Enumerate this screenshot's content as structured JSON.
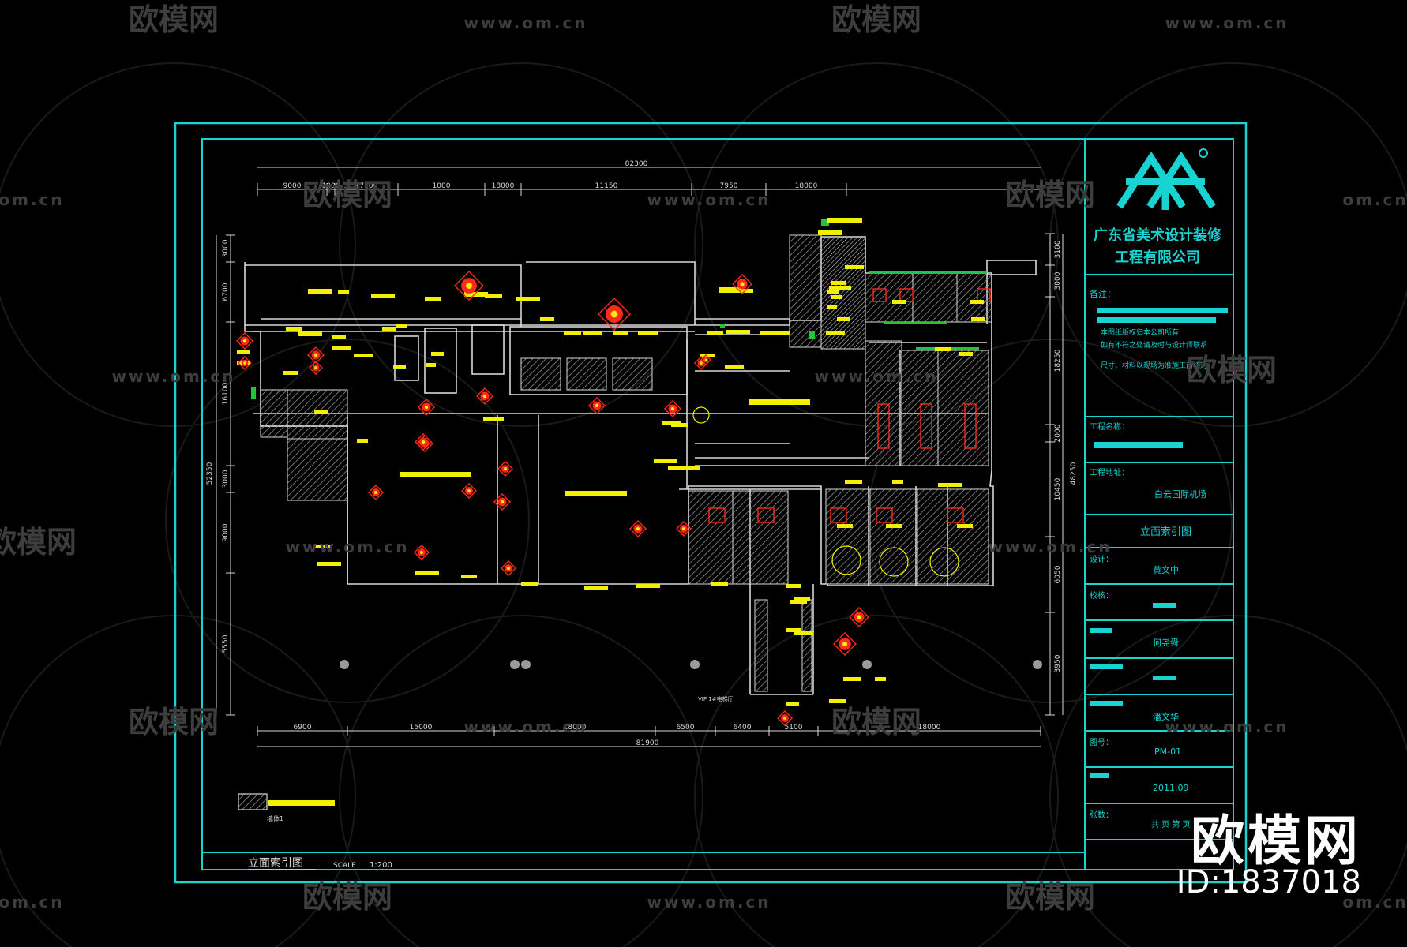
{
  "watermark": {
    "brand": "欧模网",
    "url": "www.om.cn",
    "url_short": "om.cn",
    "overlay_brand": "欧模网",
    "overlay_id": "ID:1837018"
  },
  "drawing": {
    "title": "立面索引图",
    "scale_label": "SCALE",
    "scale_value": "1:200",
    "legend_label": "墙体1",
    "top_total": "82300",
    "top_dims": [
      "9000",
      "1000",
      "17100",
      "1000",
      "18000",
      "11150",
      "7950",
      "18000"
    ],
    "bottom_total": "81900",
    "bottom_dims": [
      "6900",
      "15000",
      "18000",
      "6500",
      "6400",
      "5100",
      "18000"
    ],
    "right_total": "48250",
    "right_dims": [
      "3100",
      "3000",
      "18250",
      "2000",
      "10450",
      "6050",
      "3950"
    ],
    "left_total": "52350",
    "left_dims": [
      "3000",
      "6700",
      "16100",
      "3000",
      "9000",
      "5550"
    ],
    "note": "VIP 1#电梯厅"
  },
  "title_block": {
    "company_line1": "广东省美术设计装修",
    "company_line2": "工程有限公司",
    "remarks_label": "备注：",
    "remarks_text1": "本图纸版权归本公司所有",
    "remarks_text2": "如有不符之处请及时与设计师联系",
    "remarks_text3": "尺寸、材料以现场为准施工前核对",
    "project_name_label": "工程名称：",
    "project_location_label": "工程地址：",
    "project_location_value": "白云国际机场",
    "sheet_title": "立面索引图",
    "designer_label": "设计：",
    "designer_value": "黄文中",
    "checker_label": "校核：",
    "checker_value": "",
    "approver_value": "何尧舜",
    "drafter_value": "",
    "reviewer_value": "潘文华",
    "sheet_no_label": "图号：",
    "sheet_no_value": "PM-01",
    "date_value": "2011.09",
    "page_label": "张数：",
    "page_value": "共 页 第 页"
  },
  "colors": {
    "frame": "#19d3d3",
    "lines": "#d8d8d8",
    "text_yellow": "#f2ef00",
    "symbol_red": "#ff2a1a",
    "hatch": "#9a9a9a",
    "green": "#21c43a"
  }
}
